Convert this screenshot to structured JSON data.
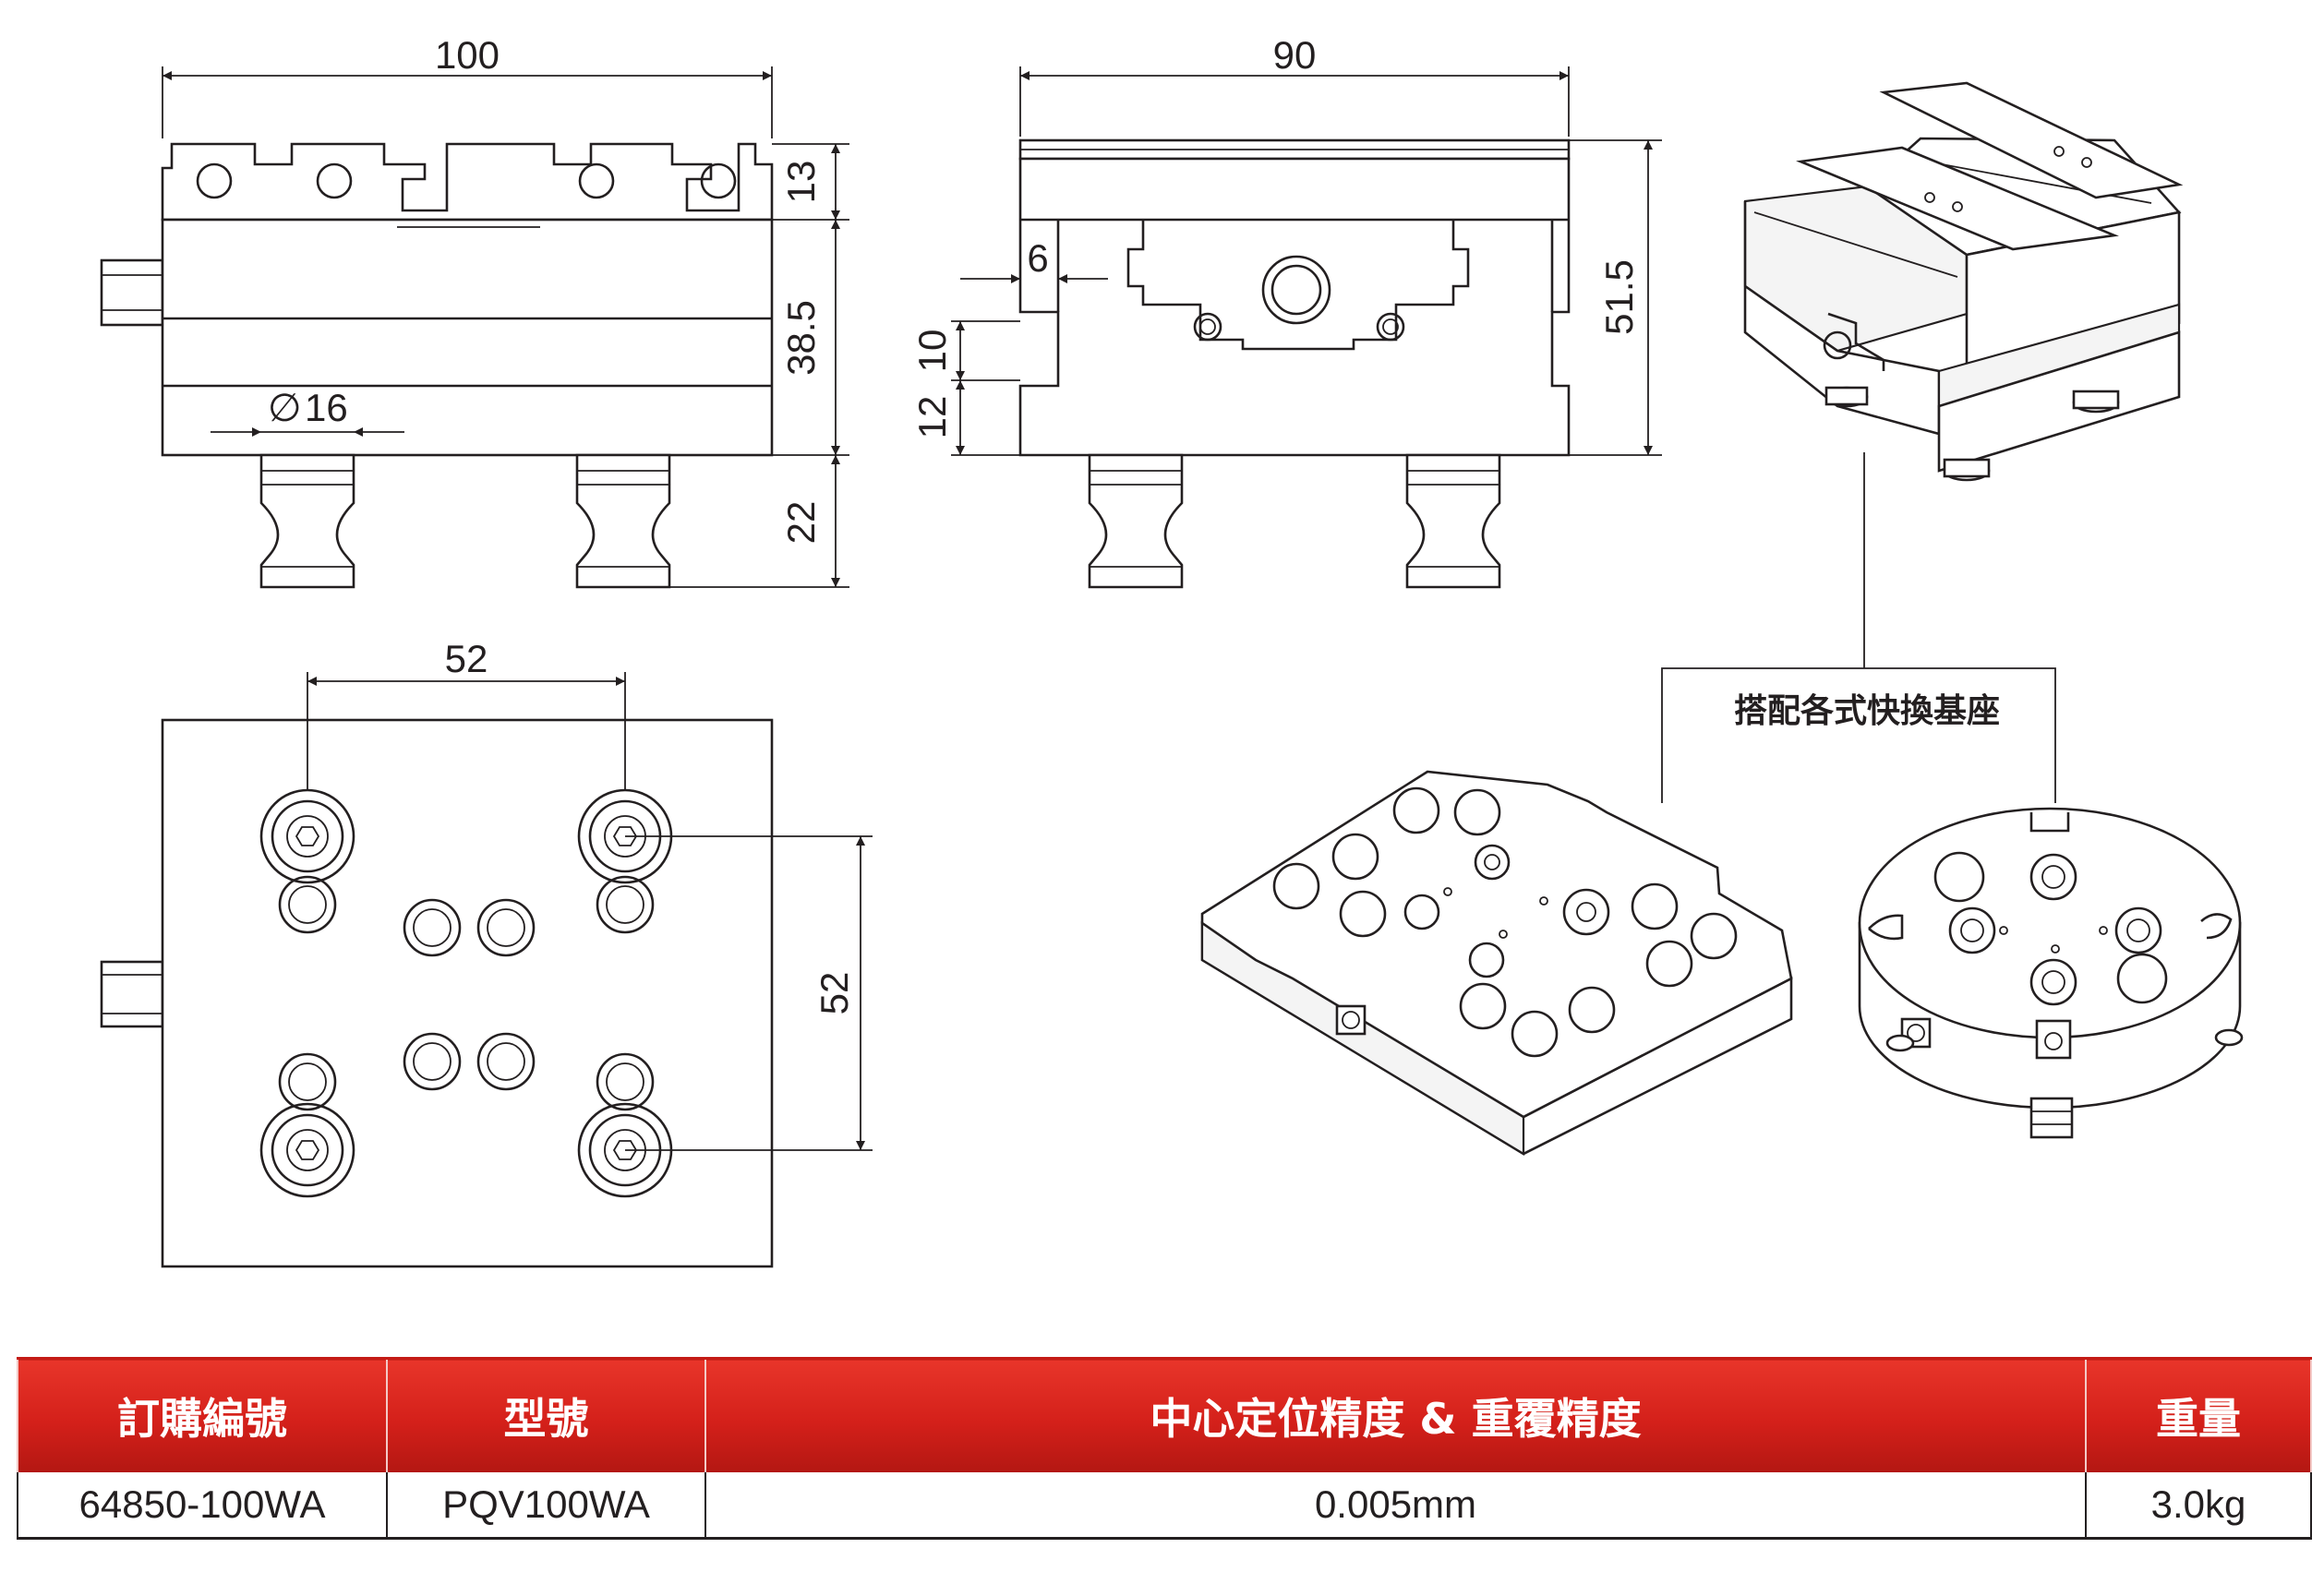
{
  "drawing": {
    "front_view": {
      "width_dim": "100",
      "dim_top": "13",
      "dim_body": "38.5",
      "dim_stud": "22",
      "stud_dia": "16"
    },
    "side_view": {
      "width_dim": "90",
      "height_dim": "51.5",
      "slot_dim": "6",
      "dim_10": "10",
      "dim_12": "12"
    },
    "bottom_view": {
      "spacing_x": "52",
      "spacing_y": "52"
    },
    "callout": "搭配各式快換基座",
    "diameter_symbol": "∅"
  },
  "spec_table": {
    "headers": [
      "訂購編號",
      "型號",
      "中心定位精度 & 重覆精度",
      "重量"
    ],
    "row": [
      "64850-100WA",
      "PQV100WA",
      "0.005mm",
      "3.0kg"
    ]
  },
  "colors": {
    "header_red": "#d4201a",
    "line": "#231f20"
  }
}
